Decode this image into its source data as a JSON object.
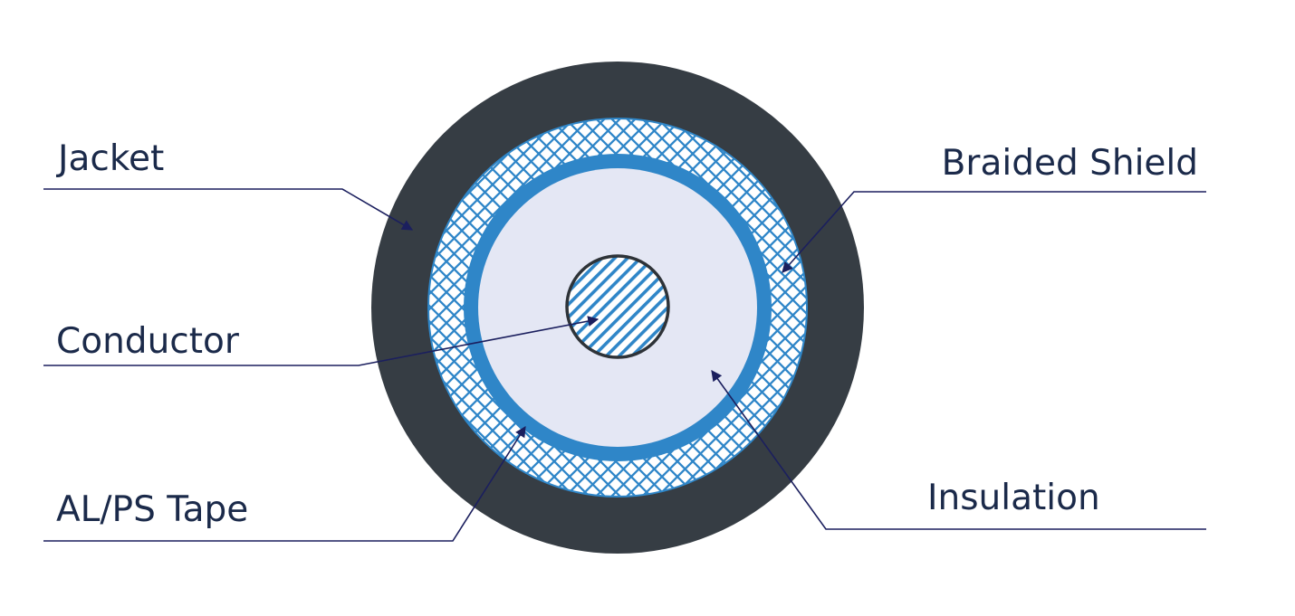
{
  "diagram": {
    "labels": {
      "jacket": "Jacket",
      "braided_shield": "Braided Shield",
      "conductor": "Conductor",
      "insulation": "Insulation",
      "al_ps_tape": "AL/PS Tape"
    }
  },
  "colors": {
    "jacket": "#363d44",
    "braid": "#2f86c8",
    "braid_background": "#ffffff",
    "tape": "#2f86c8",
    "insulation": "#e4e7f4",
    "conductor_fill": "#ffffff",
    "conductor_hatch": "#2f86c8",
    "conductor_outline": "#2e3338",
    "leader_line": "#1b1f5e",
    "label_text": "#1b2a4a"
  }
}
